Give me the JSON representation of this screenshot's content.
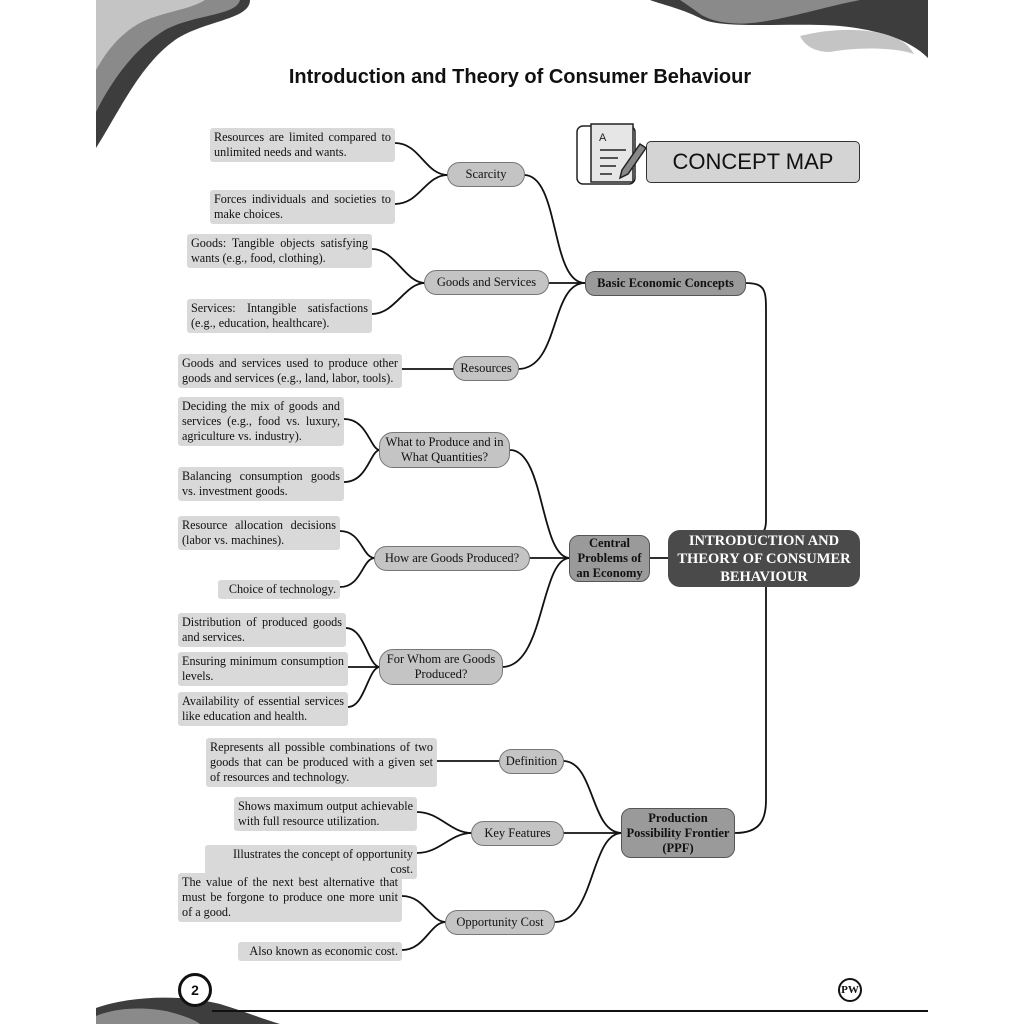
{
  "page_title": "Introduction and Theory of Consumer Behaviour",
  "concept_map_label": "CONCEPT MAP",
  "page_number": "2",
  "root": "INTRODUCTION AND THEORY OF CONSUMER BEHAVIOUR",
  "branches": {
    "basic": {
      "label": "Basic Economic Concepts",
      "scarcity": {
        "label": "Scarcity",
        "leaves": [
          "Resources are limited compared to unlimited needs and wants.",
          "Forces individuals and societies to make choices."
        ]
      },
      "goods": {
        "label": "Goods and Services",
        "leaves": [
          "Goods: Tangible objects satisfying wants (e.g., food, clothing).",
          "Services: Intangible satisfactions (e.g., education, healthcare)."
        ]
      },
      "resources": {
        "label": "Resources",
        "leaves": [
          "Goods and services used to produce other goods and services (e.g., land, labor, tools)."
        ]
      }
    },
    "central": {
      "label": "Central Problems of an Economy",
      "what": {
        "label": "What to Produce and in What Quantities?",
        "leaves": [
          "Deciding the mix of goods and services (e.g., food vs. luxury, agriculture vs. industry).",
          "Balancing consumption goods vs. investment goods."
        ]
      },
      "how": {
        "label": "How are Goods Produced?",
        "leaves": [
          "Resource allocation decisions (labor vs. machines).",
          "Choice of technology."
        ]
      },
      "whom": {
        "label": "For Whom are Goods Produced?",
        "leaves": [
          "Distribution of produced goods and services.",
          "Ensuring minimum consumption levels.",
          "Availability of essential services like education and health."
        ]
      }
    },
    "ppf": {
      "label": "Production Possibility Frontier (PPF)",
      "definition": {
        "label": "Definition",
        "leaves": [
          "Represents all possible combinations of two goods that can be produced with a given set of resources and technology."
        ]
      },
      "features": {
        "label": "Key Features",
        "leaves": [
          "Shows maximum output achievable with full resource utilization.",
          "Illustrates the concept of opportunity cost."
        ]
      },
      "opportunity": {
        "label": "Opportunity Cost",
        "leaves": [
          "The value of the next best alternative that must be forgone to produce one more unit of a good.",
          "Also known as economic cost."
        ]
      }
    }
  }
}
